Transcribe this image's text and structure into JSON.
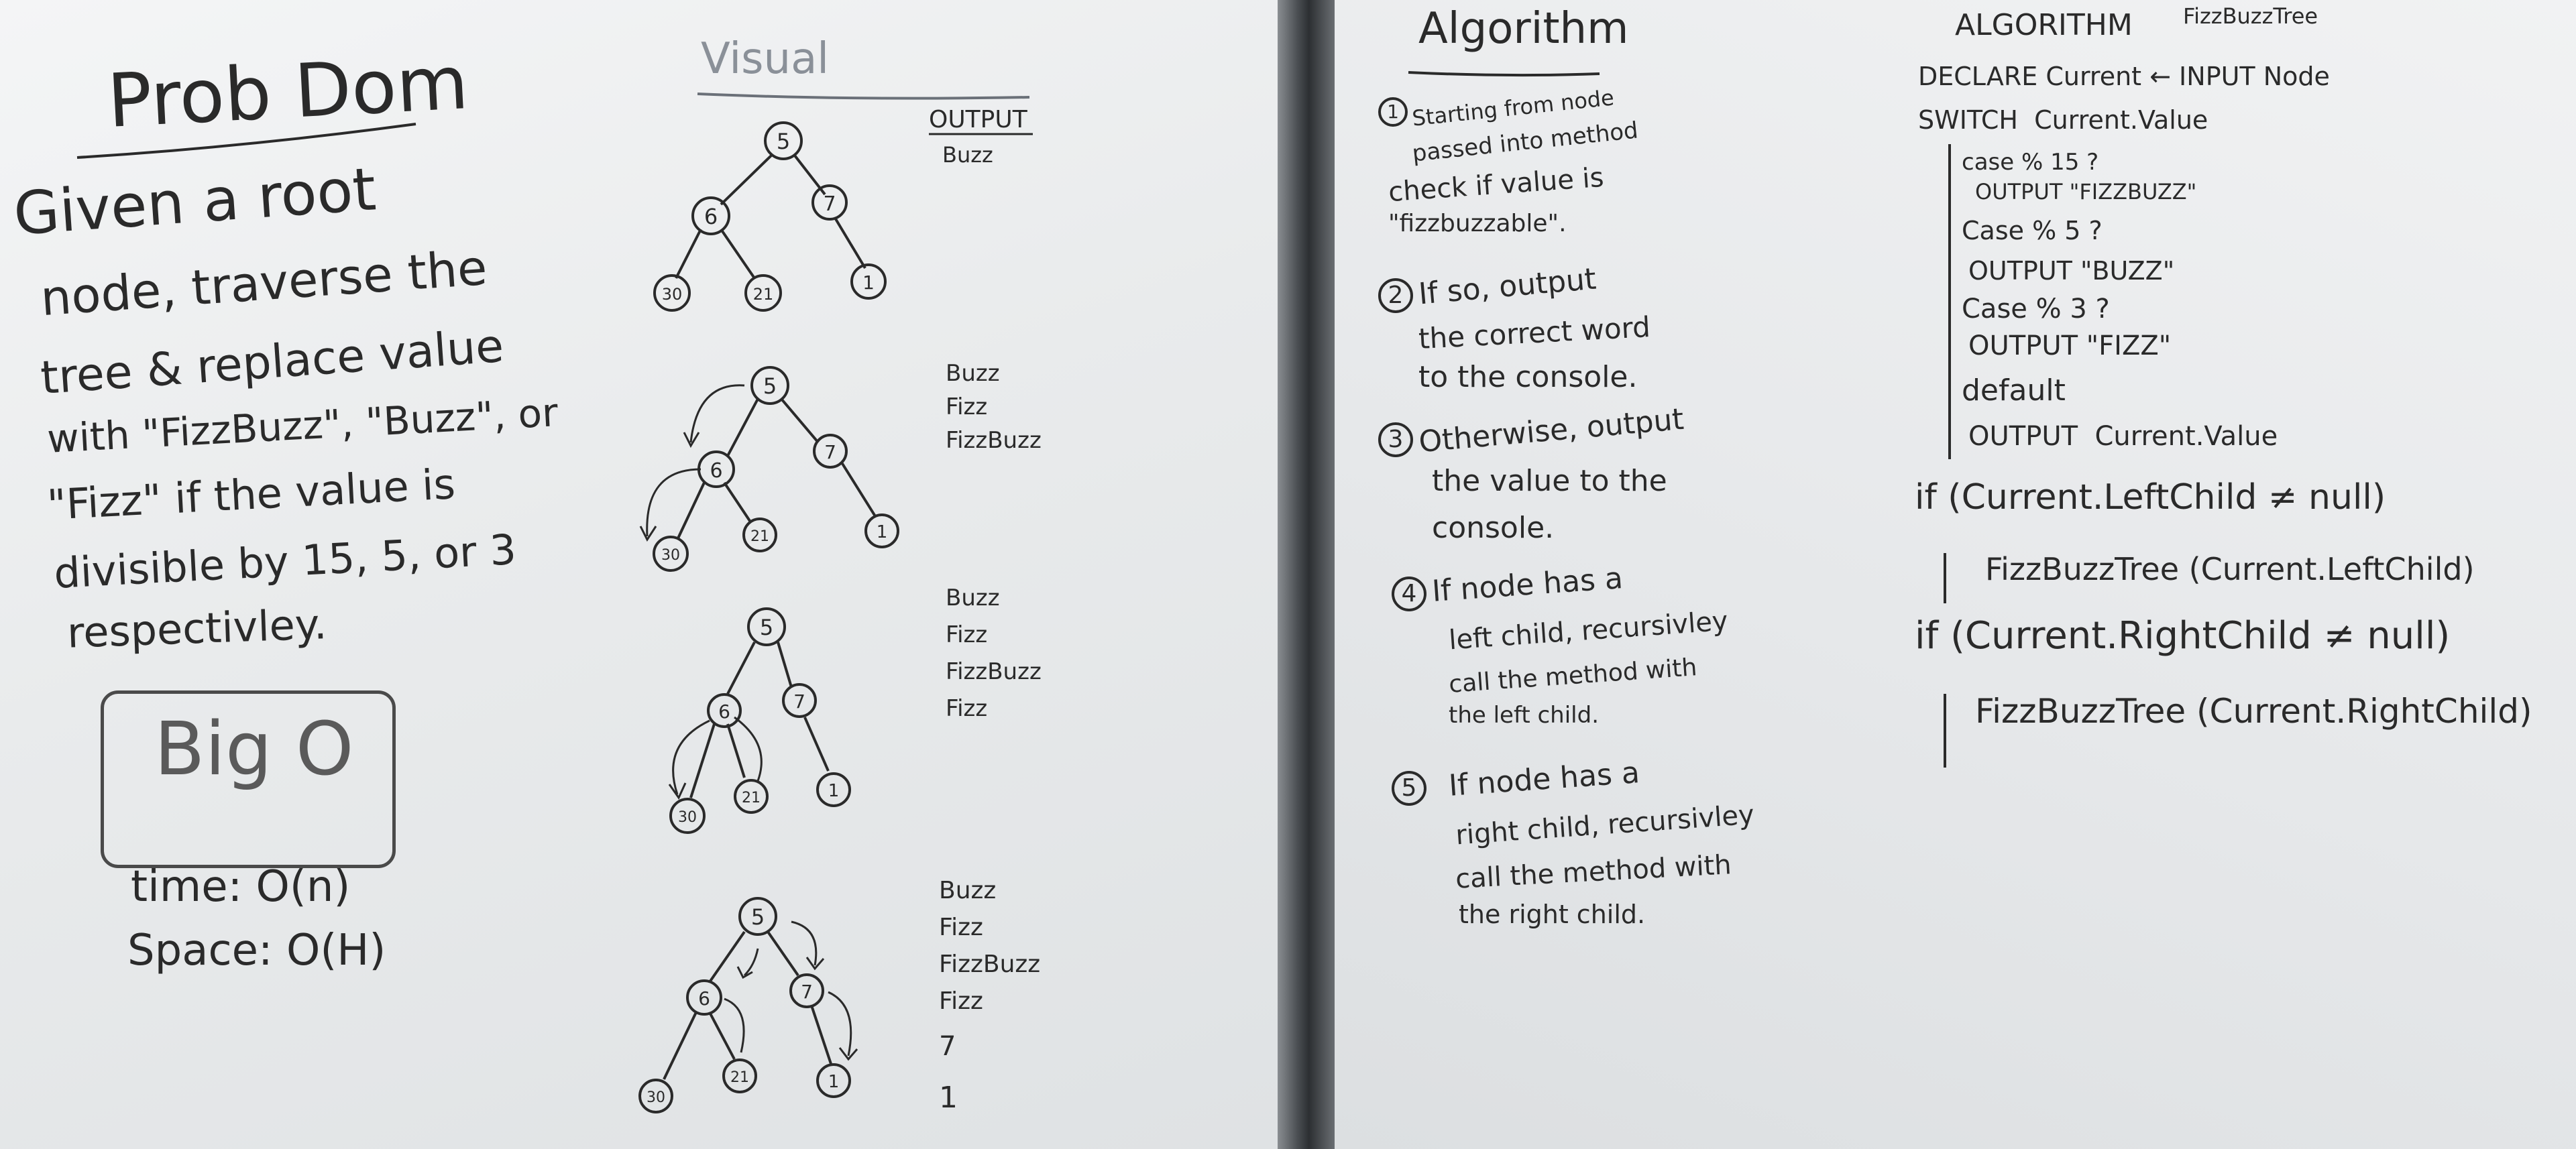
{
  "left_board": {
    "title": "Prob Dom",
    "problem_lines": [
      "Given a root",
      "node, traverse the",
      "tree & replace value",
      "with \"FizzBuzz\", \"Buzz\", or",
      "\"Fizz\" if the value is",
      "divisible by 15, 5, or 3",
      "respectivley."
    ],
    "bigo_title": "Big O",
    "time": "time: O(n)",
    "space": "Space: O(H)",
    "visual_title": "Visual",
    "output_header": "OUTPUT",
    "outputs": [
      [
        "Buzz"
      ],
      [
        "Buzz",
        "Fizz",
        "FizzBuzz"
      ],
      [
        "Buzz",
        "Fizz",
        "FizzBuzz",
        "Fizz"
      ],
      [
        "Buzz",
        "Fizz",
        "FizzBuzz",
        "Fizz",
        "7",
        "1"
      ]
    ],
    "tree_nodes": [
      "5",
      "6",
      "7",
      "30",
      "21",
      "1"
    ]
  },
  "right_board": {
    "algorithm_title": "Algorithm",
    "steps": [
      {
        "num": "1",
        "lines": [
          "Starting from node",
          "passed into method",
          "check if value is",
          "\"fizzbuzzable\"."
        ]
      },
      {
        "num": "2",
        "lines": [
          "If so, output",
          "the correct word",
          "to the console."
        ]
      },
      {
        "num": "3",
        "lines": [
          "Otherwise, output",
          "the value to the",
          "console."
        ]
      },
      {
        "num": "4",
        "lines": [
          "If node has a",
          "left child, recursivley",
          "call the method with",
          "the left child."
        ]
      },
      {
        "num": "5",
        "lines": [
          "If node has a",
          "right child, recursivley",
          "call the method with",
          "the right child."
        ]
      }
    ],
    "pseudocode_title": "ALGORITHM",
    "pseudocode_name": "FizzBuzzTree",
    "pseudocode": [
      "DECLARE Current ← INPUT Node",
      "SWITCH  Current.Value",
      "case % 15 ?",
      "OUTPUT \"FIZZBUZZ\"",
      "Case % 5 ?",
      "OUTPUT \"BUZZ\"",
      "Case % 3 ?",
      "OUTPUT \"FIZZ\"",
      "default",
      "OUTPUT  Current.Value",
      "if (Current.LeftChild ≠ null)",
      "FizzBuzzTree (Current.LeftChild)",
      "if (Current.RightChild ≠ null)",
      "FizzBuzzTree (Current.RightChild)"
    ]
  }
}
